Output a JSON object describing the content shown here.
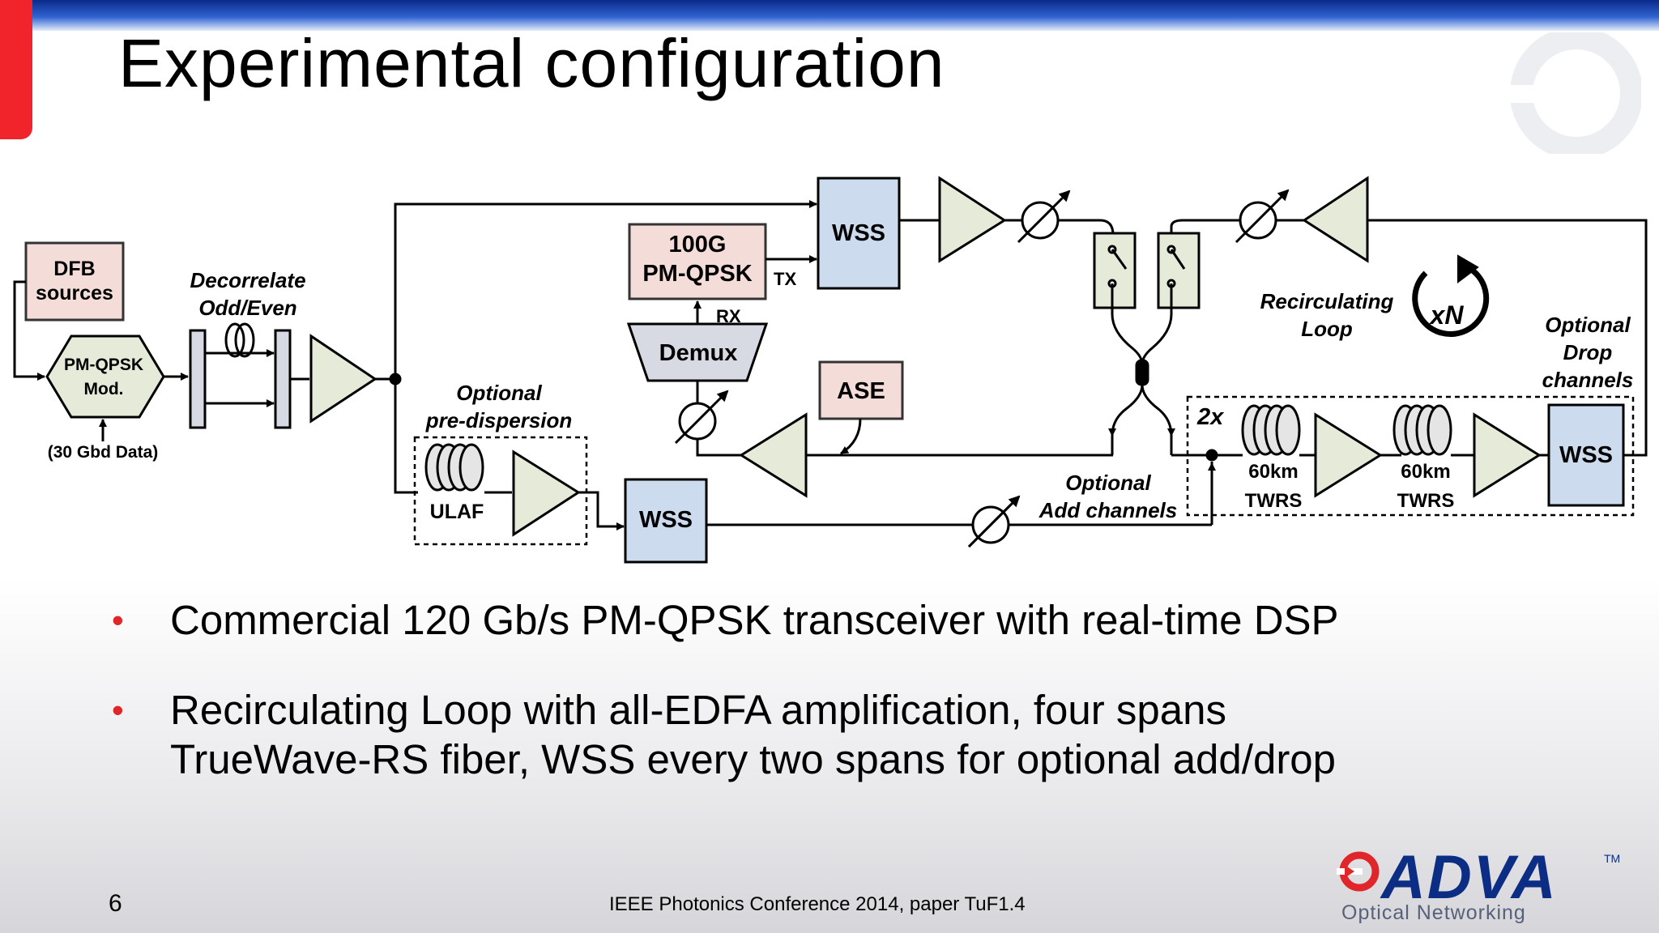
{
  "slide": {
    "title": "Experimental configuration",
    "page_number": "6",
    "footer": "IEEE Photonics Conference 2014, paper TuF1.4"
  },
  "diagram": {
    "dfb": [
      "DFB",
      "sources"
    ],
    "pmqpsk_mod": [
      "PM-QPSK",
      "Mod."
    ],
    "data_label": "(30 Gbd Data)",
    "decorrelate": [
      "Decorrelate",
      "Odd/Even"
    ],
    "optional_predispersion": [
      "Optional",
      "pre-dispersion"
    ],
    "ulaf": "ULAF",
    "wss": "WSS",
    "transceiver": [
      "100G",
      "PM-QPSK"
    ],
    "tx": "TX",
    "rx": "RX",
    "demux": "Demux",
    "ase": "ASE",
    "recirculating_loop": [
      "Recirculating",
      "Loop"
    ],
    "xn": "xN",
    "optional_drop": [
      "Optional",
      "Drop",
      "channels"
    ],
    "optional_add": [
      "Optional",
      "Add channels"
    ],
    "twox": "2x",
    "span_length": "60km",
    "fiber_type": "TWRS"
  },
  "bullets": [
    [
      "Commercial 120 Gb/s PM-QPSK transceiver with real-time DSP"
    ],
    [
      "Recirculating Loop with all-EDFA amplification, four spans",
      "TrueWave-RS fiber, WSS every two spans for optional add/drop"
    ]
  ],
  "logo": {
    "name": "ADVA",
    "tm": "TM",
    "tagline": "Optical Networking"
  },
  "colors": {
    "accent_red": "#f0242a",
    "header_blue": "#1f4fbf",
    "wss_fill": "#cddbef",
    "box_fill": "#f4dcd8",
    "amp_fill": "#e6ebd9",
    "logo_blue": "#0c2d84"
  }
}
